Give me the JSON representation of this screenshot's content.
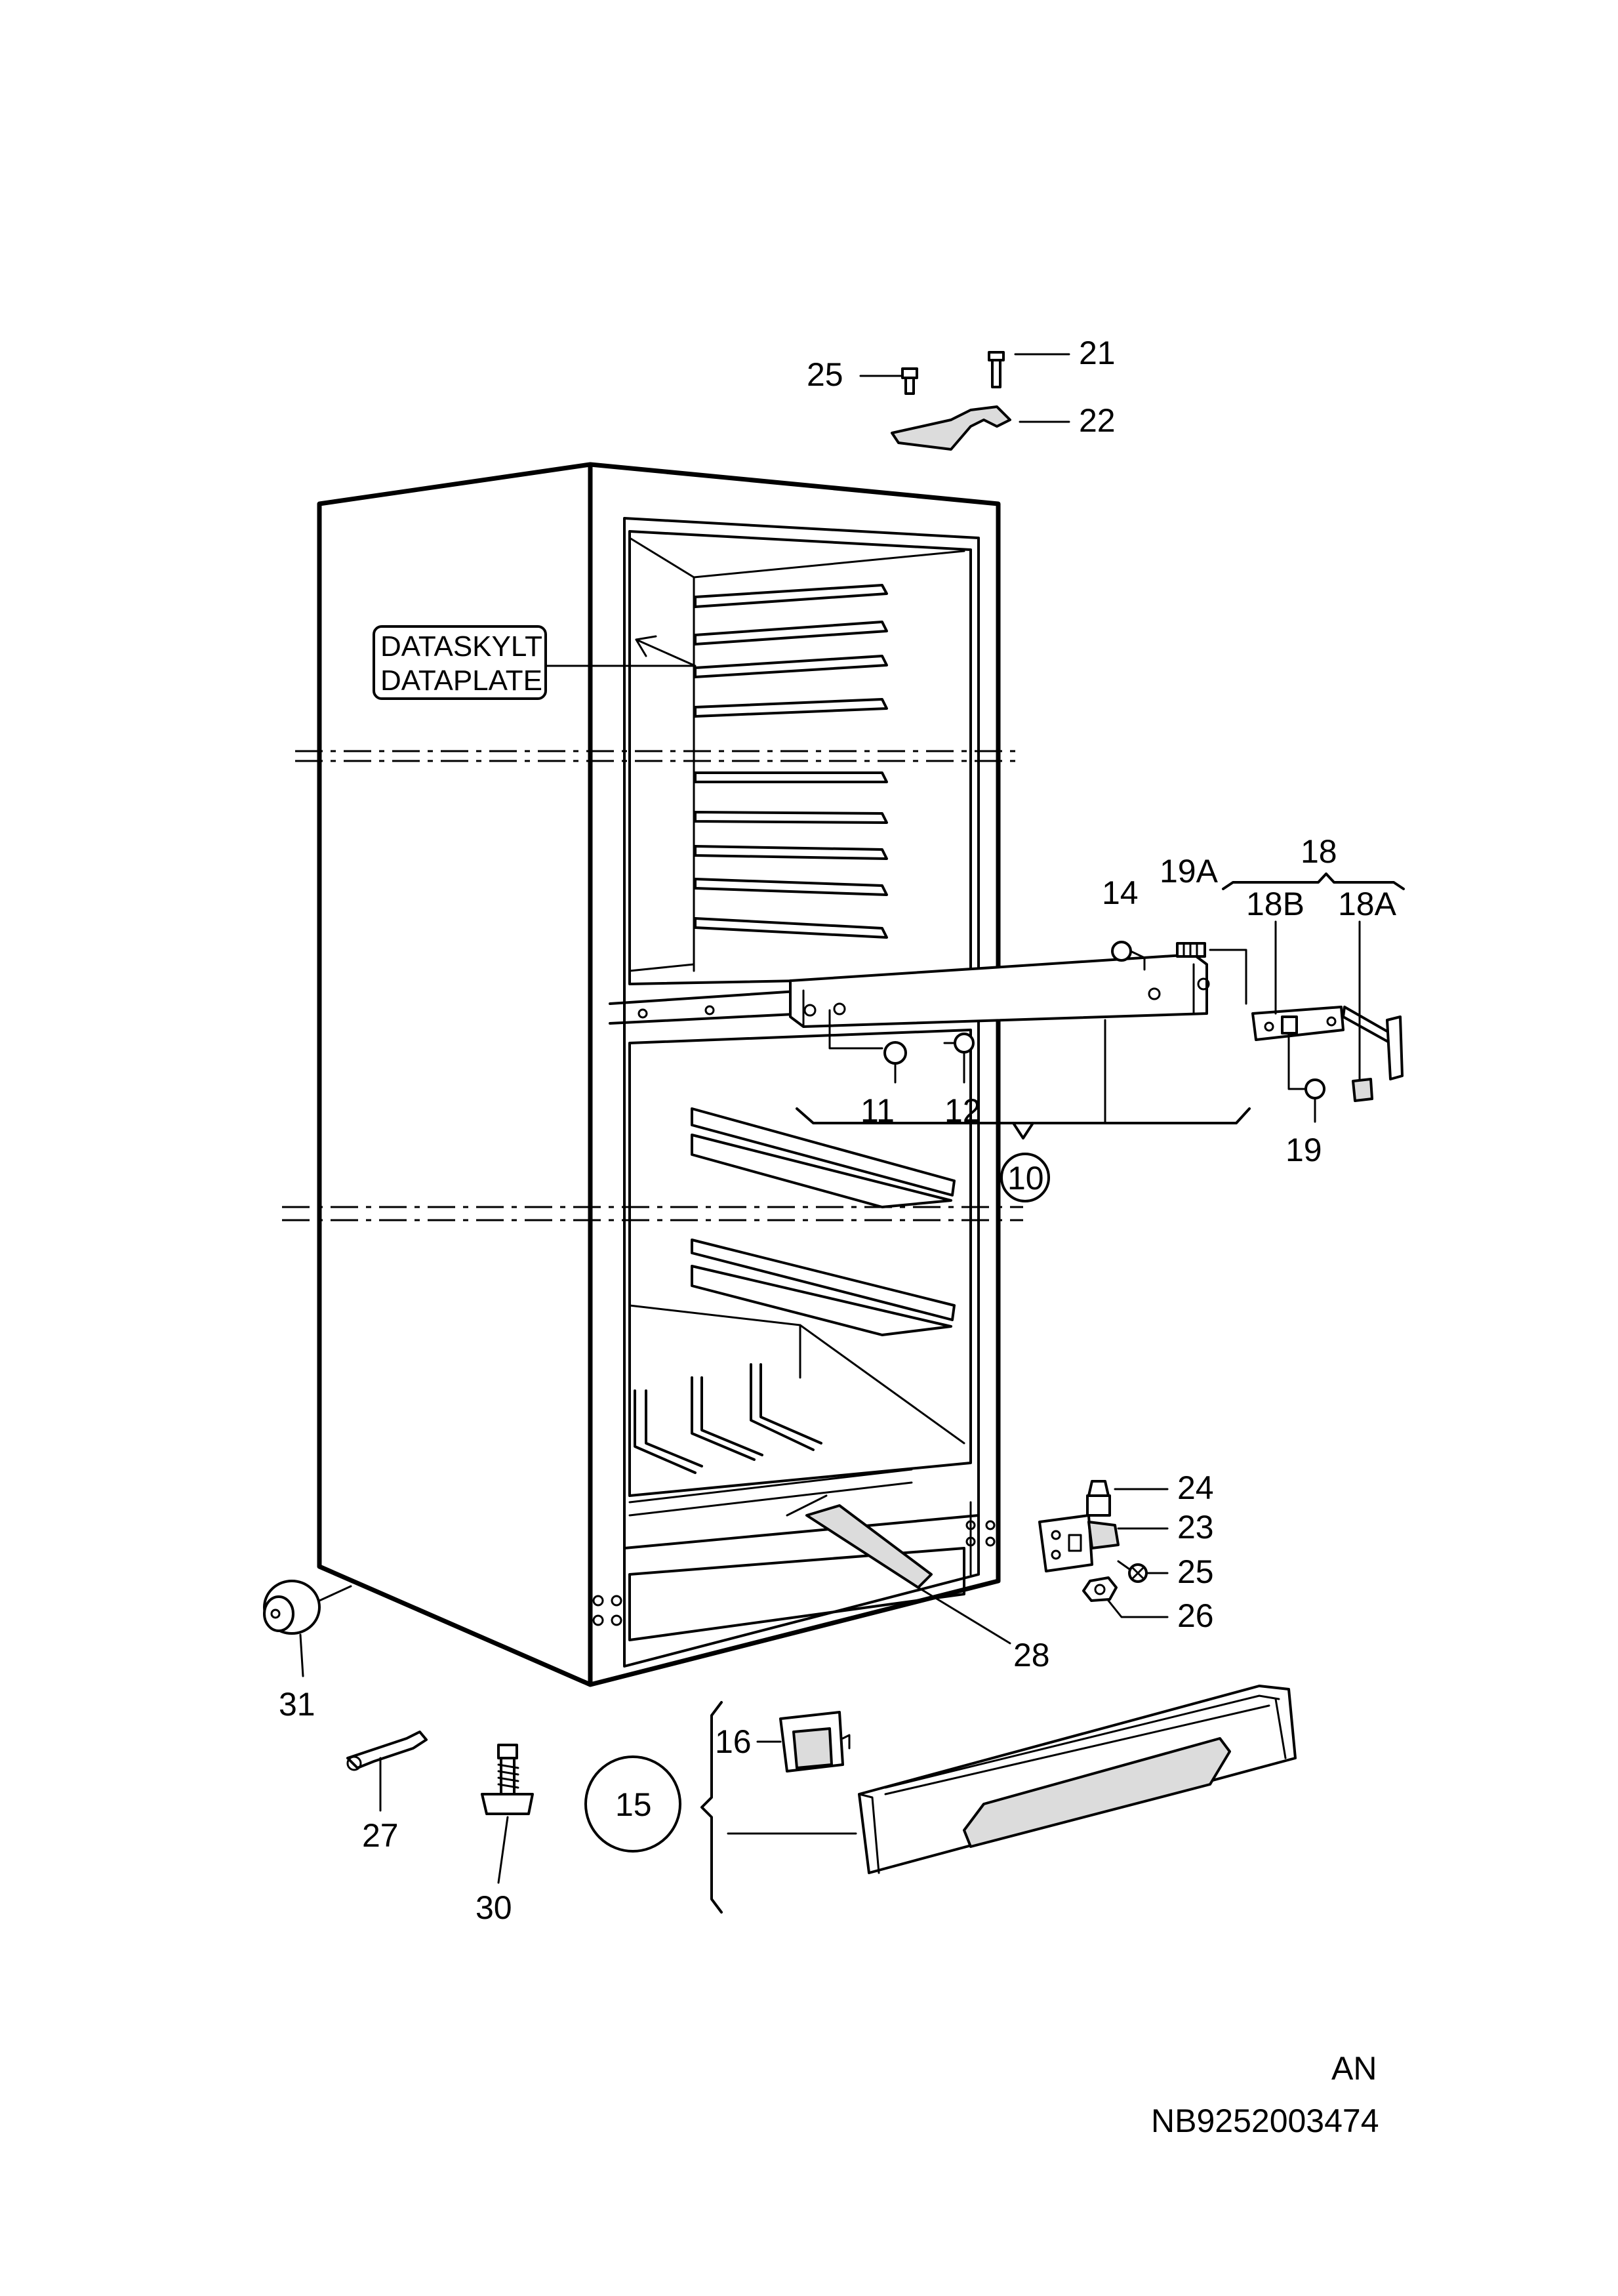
{
  "dataplate": {
    "line1": "DATASKYLT",
    "line2": "DATAPLATE"
  },
  "labels": {
    "p25_top": "25",
    "p21": "21",
    "p22": "22",
    "p18": "18",
    "p19a": "19A",
    "p14": "14",
    "p18b": "18B",
    "p18a": "18A",
    "p11": "11",
    "p12": "12",
    "p10": "10",
    "p19": "19",
    "p24": "24",
    "p23": "23",
    "p25_mid": "25",
    "p26": "26",
    "p28": "28",
    "p31": "31",
    "p16": "16",
    "p15": "15",
    "p27": "27",
    "p30": "30"
  },
  "footer": {
    "variant": "AN",
    "drawing_number": "NB9252003474"
  }
}
